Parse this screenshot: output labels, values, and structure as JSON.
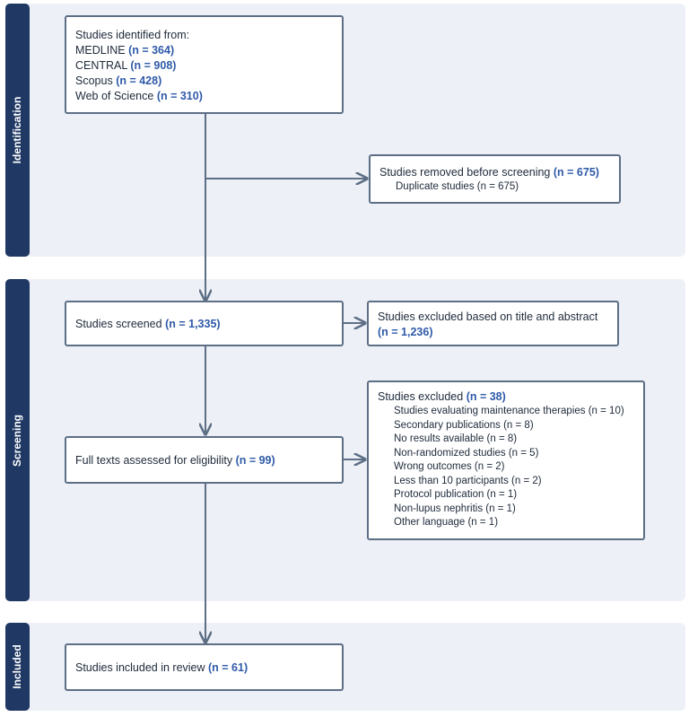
{
  "phases": {
    "identification": "Identification",
    "screening": "Screening",
    "included": "Included"
  },
  "identified": {
    "title": "Studies identified from:",
    "sources": [
      {
        "name": "MEDLINE",
        "count": "(n = 364)"
      },
      {
        "name": "CENTRAL",
        "count": "(n = 908)"
      },
      {
        "name": "Scopus",
        "count": "(n = 428)"
      },
      {
        "name": "Web of Science",
        "count": "(n = 310)"
      }
    ]
  },
  "removed": {
    "title": "Studies removed before screening",
    "count": "(n = 675)",
    "detail": "Duplicate studies (n = 675)"
  },
  "screened": {
    "title": "Studies screened",
    "count": "(n = 1,335)"
  },
  "excluded_title_abstract": {
    "title": "Studies excluded based on title and abstract",
    "count": "(n = 1,236)"
  },
  "full_text": {
    "title": "Full texts assessed for eligibility",
    "count": "(n = 99)"
  },
  "excluded": {
    "title": "Studies excluded",
    "count": "(n = 38)",
    "reasons": [
      "Studies evaluating maintenance therapies (n = 10)",
      "Secondary publications (n = 8)",
      "No results available (n = 8)",
      "Non-randomized studies (n = 5)",
      "Wrong outcomes (n = 2)",
      "Less than 10 participants (n = 2)",
      "Protocol publication (n = 1)",
      "Non-lupus nephritis (n = 1)",
      "Other language (n = 1)"
    ]
  },
  "included": {
    "title": "Studies included in review",
    "count": "(n = 61)"
  },
  "colors": {
    "phase_bar": "#1f3864",
    "phase_bg": "#edf1f7",
    "highlight": "#2f5aa8",
    "connector": "#5d6e85"
  }
}
